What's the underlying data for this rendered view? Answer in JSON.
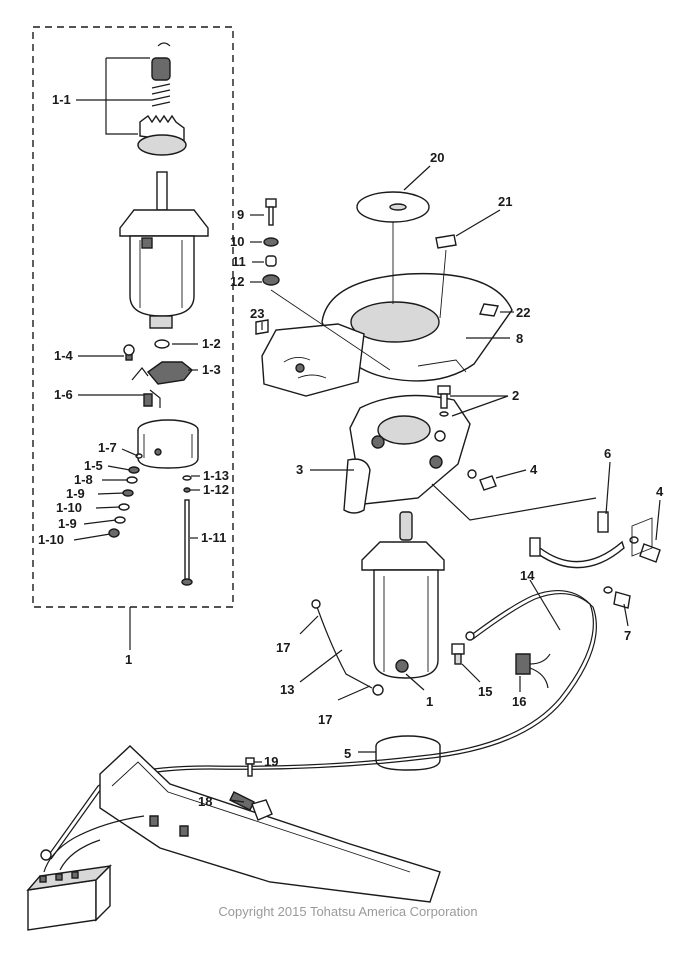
{
  "diagram": {
    "callouts": {
      "c1_1": "1-1",
      "c1_2": "1-2",
      "c1_3": "1-3",
      "c1_4": "1-4",
      "c1_5": "1-5",
      "c1_6": "1-6",
      "c1_7": "1-7",
      "c1_8": "1-8",
      "c1_9a": "1-9",
      "c1_9b": "1-9",
      "c1_10a": "1-10",
      "c1_10b": "1-10",
      "c1_11": "1-11",
      "c1_12": "1-12",
      "c1_13": "1-13",
      "c1_box": "1",
      "c1_motor": "1",
      "c2": "2",
      "c3": "3",
      "c4a": "4",
      "c4b": "4",
      "c5": "5",
      "c6": "6",
      "c7": "7",
      "c8": "8",
      "c9": "9",
      "c10": "10",
      "c11": "11",
      "c12": "12",
      "c13": "13",
      "c14": "14",
      "c15": "15",
      "c16": "16",
      "c17a": "17",
      "c17b": "17",
      "c18": "18",
      "c19": "19",
      "c20": "20",
      "c21": "21",
      "c22": "22",
      "c23": "23"
    }
  },
  "copyright": "Copyright 2015 Tohatsu America Corporation"
}
